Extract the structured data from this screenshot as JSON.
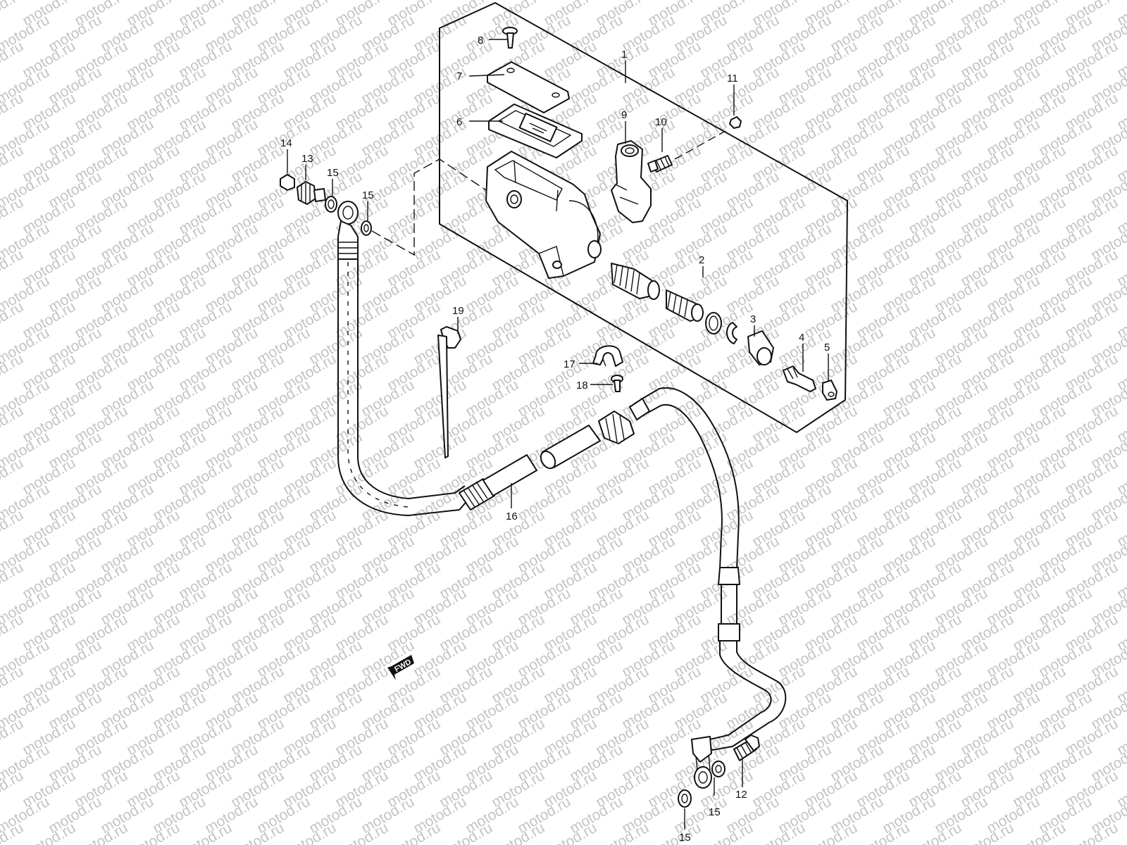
{
  "watermark": {
    "text": "motod.ru",
    "color": "#c4c4c4"
  },
  "fwd_badge": {
    "text": "FWD"
  },
  "callouts": [
    {
      "id": "1",
      "text": "1"
    },
    {
      "id": "2",
      "text": "2"
    },
    {
      "id": "3",
      "text": "3"
    },
    {
      "id": "4",
      "text": "4"
    },
    {
      "id": "5",
      "text": "5"
    },
    {
      "id": "6",
      "text": "6"
    },
    {
      "id": "7",
      "text": "7"
    },
    {
      "id": "8",
      "text": "8"
    },
    {
      "id": "9",
      "text": "9"
    },
    {
      "id": "10",
      "text": "10"
    },
    {
      "id": "11",
      "text": "11"
    },
    {
      "id": "12",
      "text": "12"
    },
    {
      "id": "13",
      "text": "13"
    },
    {
      "id": "14",
      "text": "14"
    },
    {
      "id": "15a",
      "text": "15"
    },
    {
      "id": "15b",
      "text": "15"
    },
    {
      "id": "15c",
      "text": "15"
    },
    {
      "id": "15d",
      "text": "15"
    },
    {
      "id": "16",
      "text": "16"
    },
    {
      "id": "17",
      "text": "17"
    },
    {
      "id": "18",
      "text": "18"
    },
    {
      "id": "19",
      "text": "19"
    }
  ]
}
